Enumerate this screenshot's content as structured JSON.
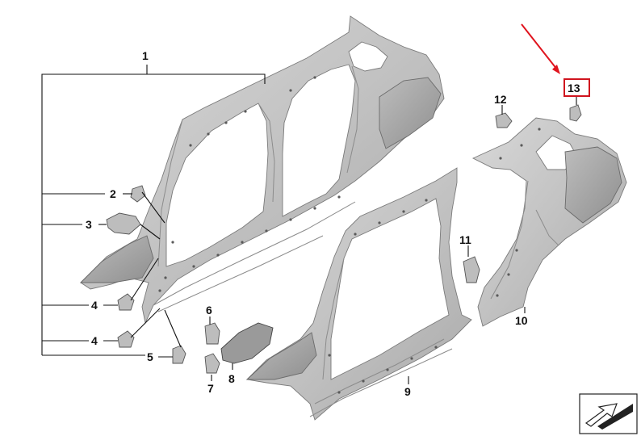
{
  "callouts": {
    "c1": "1",
    "c2": "2",
    "c3": "3",
    "c4a": "4",
    "c4b": "4",
    "c5": "5",
    "c6": "6",
    "c7": "7",
    "c8": "8",
    "c9": "9",
    "c10": "10",
    "c11": "11",
    "c12": "12",
    "c13": "13"
  },
  "colors": {
    "highlight_box": "#d0141e",
    "highlight_arrow": "#e0141e",
    "metal": "#c4c4c4"
  },
  "icons": {
    "nav_icon": "view-direction-icon"
  }
}
